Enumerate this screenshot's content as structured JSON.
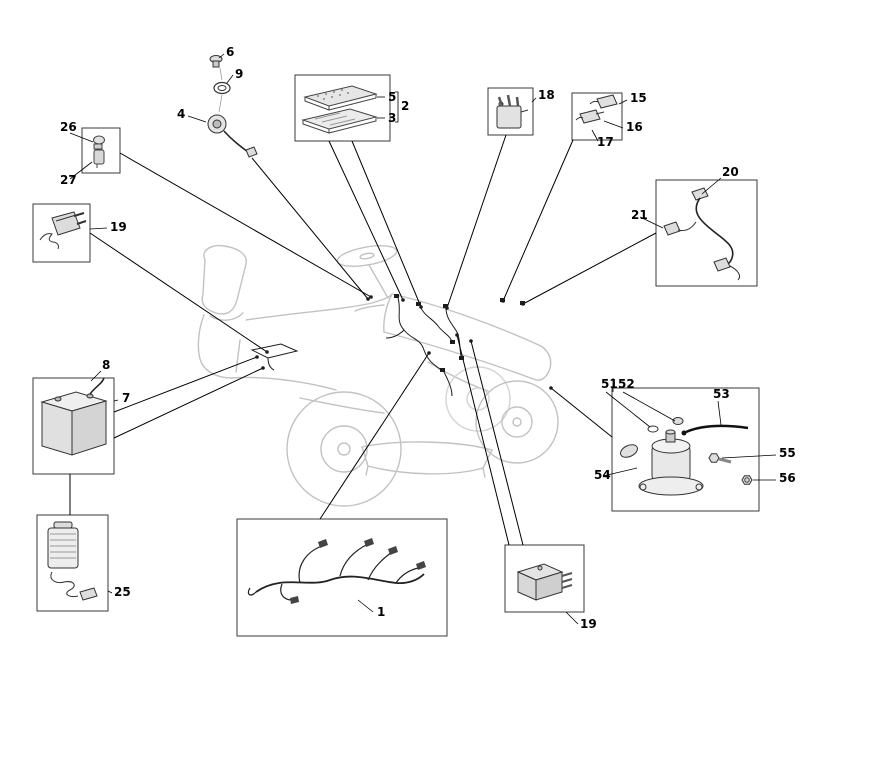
{
  "diagram": {
    "kind": "exploded-parts-diagram",
    "subject": "ride-on mower electrical system",
    "background": "#ffffff",
    "leader_line_color": "#000000",
    "sketch_color": "#c2c2c2",
    "box_border_color": "#3a3a3a",
    "callouts": {
      "c1": "1",
      "c2": "2",
      "c3": "3",
      "c4": "4",
      "c5": "5",
      "c6": "6",
      "c7": "7",
      "c8": "8",
      "c9": "9",
      "c15": "15",
      "c16": "16",
      "c17": "17",
      "c18": "18",
      "c19_left": "19",
      "c19_bottom": "19",
      "c20": "20",
      "c21": "21",
      "c25": "25",
      "c26": "26",
      "c27": "27",
      "c51": "51",
      "c52": "52",
      "c53": "53",
      "c54": "54",
      "c55": "55",
      "c56": "56"
    }
  }
}
